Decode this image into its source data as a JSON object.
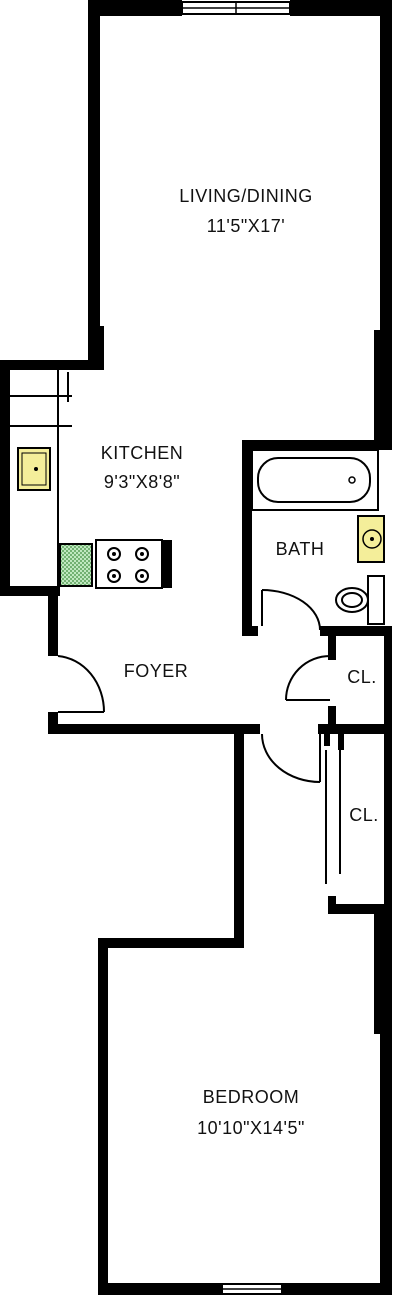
{
  "rooms": {
    "living": {
      "name": "LIVING/DINING",
      "size": "11'5\"X17'"
    },
    "kitchen": {
      "name": "KITCHEN",
      "size": "9'3\"X8'8\""
    },
    "bath": {
      "name": "BATH"
    },
    "foyer": {
      "name": "FOYER"
    },
    "closet_1": {
      "name": "CL."
    },
    "closet_2": {
      "name": "CL."
    },
    "bedroom": {
      "name": "BEDROOM",
      "size": "10'10\"X14'5\""
    }
  },
  "colors": {
    "wall": "#000000",
    "sink_fill": "#f4ee9a",
    "counter_fill": "#8fd48f",
    "background": "#ffffff"
  }
}
